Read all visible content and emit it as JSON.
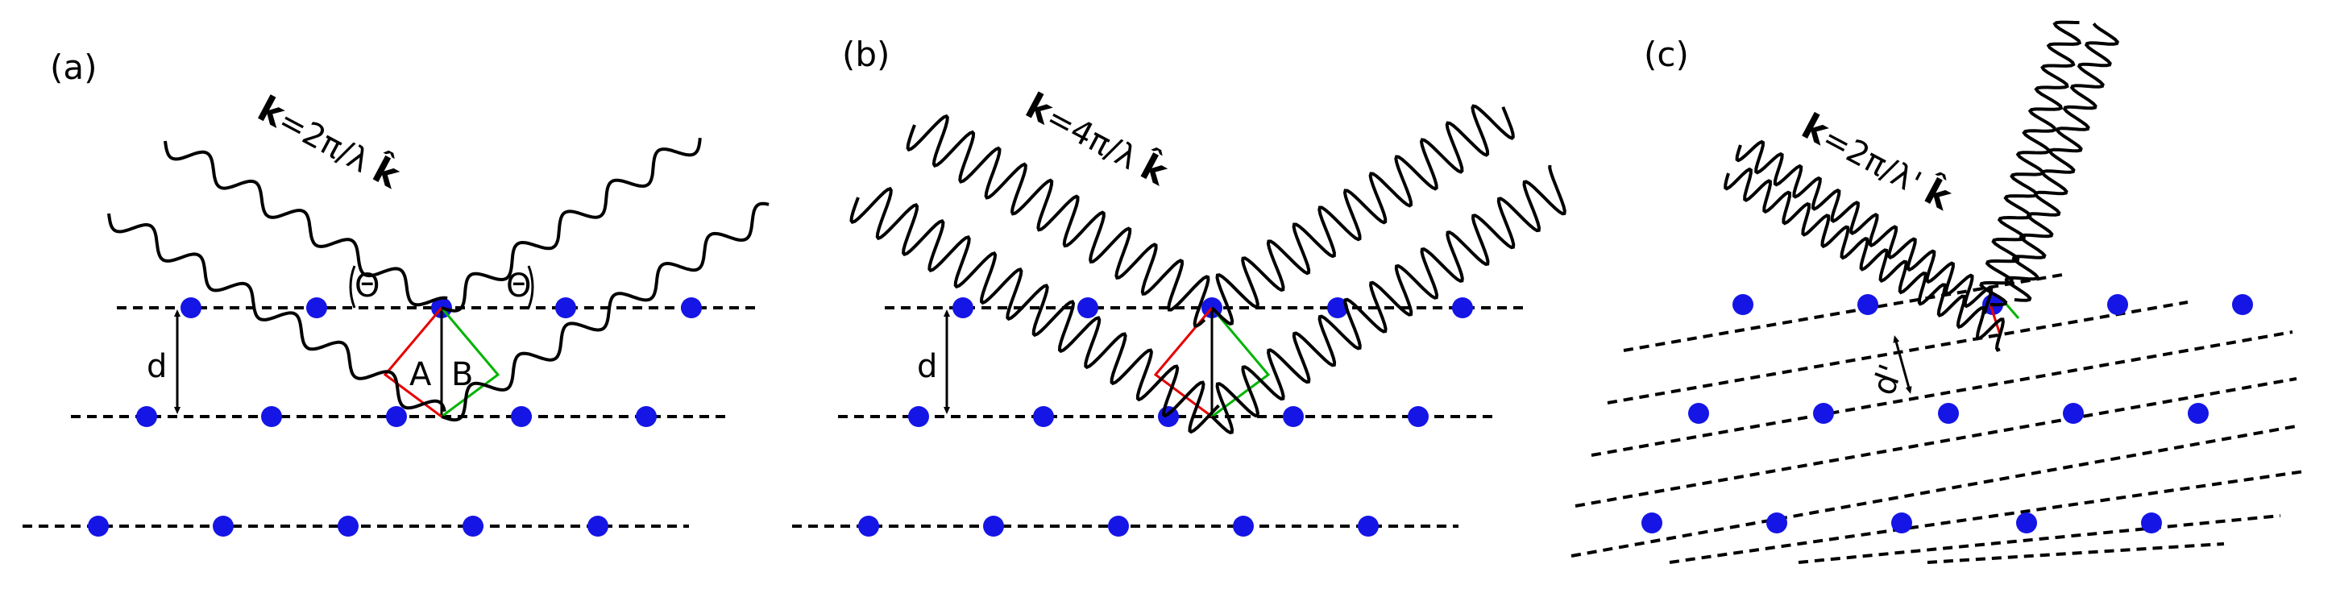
{
  "panels": [
    {
      "id": "a",
      "label": "(a)",
      "k_symbol": "k",
      "k_formula": "=2π/λ",
      "k_hat": "k̂",
      "spacing_label": "d",
      "angle_labels": [
        "Θ",
        "Θ"
      ],
      "path_labels": [
        "A",
        "B"
      ]
    },
    {
      "id": "b",
      "label": "(b)",
      "k_symbol": "k",
      "k_formula": "=4π/λ",
      "k_hat": "k̂",
      "spacing_label": "d"
    },
    {
      "id": "c",
      "label": "(c)",
      "k_symbol": "k",
      "k_formula": "=2π/λ'",
      "k_hat": "k̂",
      "spacing_label": "d'"
    }
  ],
  "colors": {
    "atom": "#1515e6",
    "plane": "#000000",
    "wave": "#000000",
    "path_A": "#e60000",
    "path_B": "#00b400"
  }
}
